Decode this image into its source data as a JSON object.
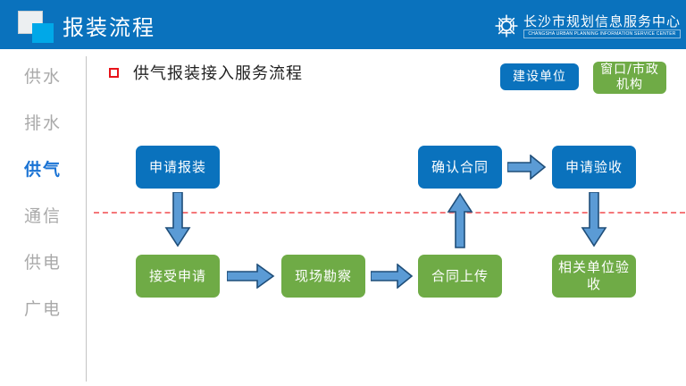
{
  "header": {
    "title": "报装流程",
    "logo_icon": "two-squares-logo-icon",
    "org": {
      "mark_icon": "gear-snowflake-icon",
      "name_cn": "长沙市规划信息服务中心",
      "name_en": "CHANGSHA URBAN PLANNING INFORMATION SERVICE CENTER"
    },
    "bg_color": "#0a72bd"
  },
  "sidebar": {
    "items": [
      {
        "label": "供水",
        "active": false
      },
      {
        "label": "排水",
        "active": false
      },
      {
        "label": "供气",
        "active": true
      },
      {
        "label": "通信",
        "active": false
      },
      {
        "label": "供电",
        "active": false
      },
      {
        "label": "广电",
        "active": false
      }
    ],
    "active_color": "#1a73d4",
    "inactive_color": "#a9a9a9"
  },
  "content": {
    "section_title": "供气报装接入服务流程",
    "bullet_icon": "red-square-outline-icon",
    "bullet_color": "#e8131a",
    "legend": [
      {
        "label": "建设单位",
        "color": "#0a72bd"
      },
      {
        "label": "窗口/市政\n机构",
        "line1": "窗口/市政",
        "line2": "机构",
        "color": "#6fab46"
      }
    ],
    "divider": {
      "style": "dashed",
      "color": "#f4777a"
    },
    "flow": {
      "top_row": [
        {
          "id": "apply",
          "label": "申请报装",
          "color": "blue"
        },
        {
          "id": "confirm",
          "label": "确认合同",
          "color": "blue"
        },
        {
          "id": "inspect_req",
          "label": "申请验收",
          "color": "blue"
        }
      ],
      "bottom_row": [
        {
          "id": "accept",
          "label": "接受申请",
          "color": "green"
        },
        {
          "id": "survey",
          "label": "现场勘察",
          "color": "green"
        },
        {
          "id": "upload",
          "label": "合同上传",
          "color": "green"
        },
        {
          "id": "accept_unit",
          "label": "相关单位验收",
          "color": "green"
        }
      ],
      "arrows": [
        {
          "id": "apply-to-accept",
          "direction": "down"
        },
        {
          "id": "accept-to-survey",
          "direction": "right"
        },
        {
          "id": "survey-to-upload",
          "direction": "right"
        },
        {
          "id": "upload-to-confirm",
          "direction": "up"
        },
        {
          "id": "confirm-to-inspect-req",
          "direction": "right"
        },
        {
          "id": "inspect-req-to-accept-unit",
          "direction": "down"
        }
      ],
      "arrow_fill": "#5b9bd5",
      "arrow_stroke": "#1f4e79"
    }
  }
}
